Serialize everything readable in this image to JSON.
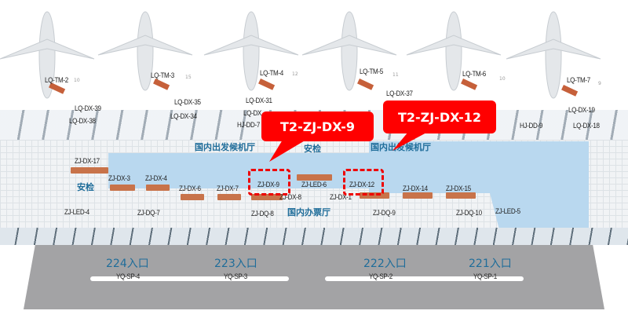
{
  "gates": [
    {
      "label": "LQ-TM-2",
      "stand": "10"
    },
    {
      "label": "LQ-TM-3",
      "stand": "15"
    },
    {
      "label": "LQ-TM-4",
      "stand": "12"
    },
    {
      "label": "LQ-TM-5",
      "stand": "11"
    },
    {
      "label": "LQ-TM-6",
      "stand": "10"
    },
    {
      "label": "LQ-TM-7",
      "stand": "9"
    }
  ],
  "labels": [
    "LQ-DX-39",
    "LQ-DX-38",
    "LQ-DX-35",
    "LQ-DX-34",
    "LQ-DX-31",
    "LQ-DX",
    "HJ-DD-7",
    "LQ-DX-37",
    "HJ-DD-9",
    "LQ-DX-19",
    "LQ-DX-18",
    "ZJ-DX-17",
    "ZJ-DX-3",
    "ZJ-DX-4",
    "ZJ-DX-6",
    "ZJ-DX-7",
    "ZJ-DX-9",
    "ZJ-LED-6",
    "ZJ-DX-8",
    "ZJ-DX-12",
    "ZJ-DX-1",
    "ZJ-DX-14",
    "ZJ-DX-15",
    "ZJ-LED-4",
    "ZJ-DQ-7",
    "ZJ-DQ-8",
    "ZJ-DQ-9",
    "ZJ-DQ-10",
    "ZJ-LED-5"
  ],
  "zones": {
    "departure_hall_left": "国内出发候机厅",
    "security_center": "安检",
    "departure_hall_right": "国内出发候机厅",
    "security_left": "安检",
    "checkin_hall": "国内办票厅"
  },
  "callouts": {
    "left": "T2-ZJ-DX-9",
    "right": "T2-ZJ-DX-12"
  },
  "entrances": [
    "224入口",
    "223入口",
    "222入口",
    "221入口"
  ],
  "signs": [
    "YQ-SP-4",
    "YQ-SP-3",
    "YQ-SP-2",
    "YQ-SP-1"
  ],
  "colors": {
    "highlight": "#ff0000",
    "zone_text": "#1f6d9a",
    "floor_blue": "#b9d8ef",
    "road": "#a3a3a5"
  }
}
